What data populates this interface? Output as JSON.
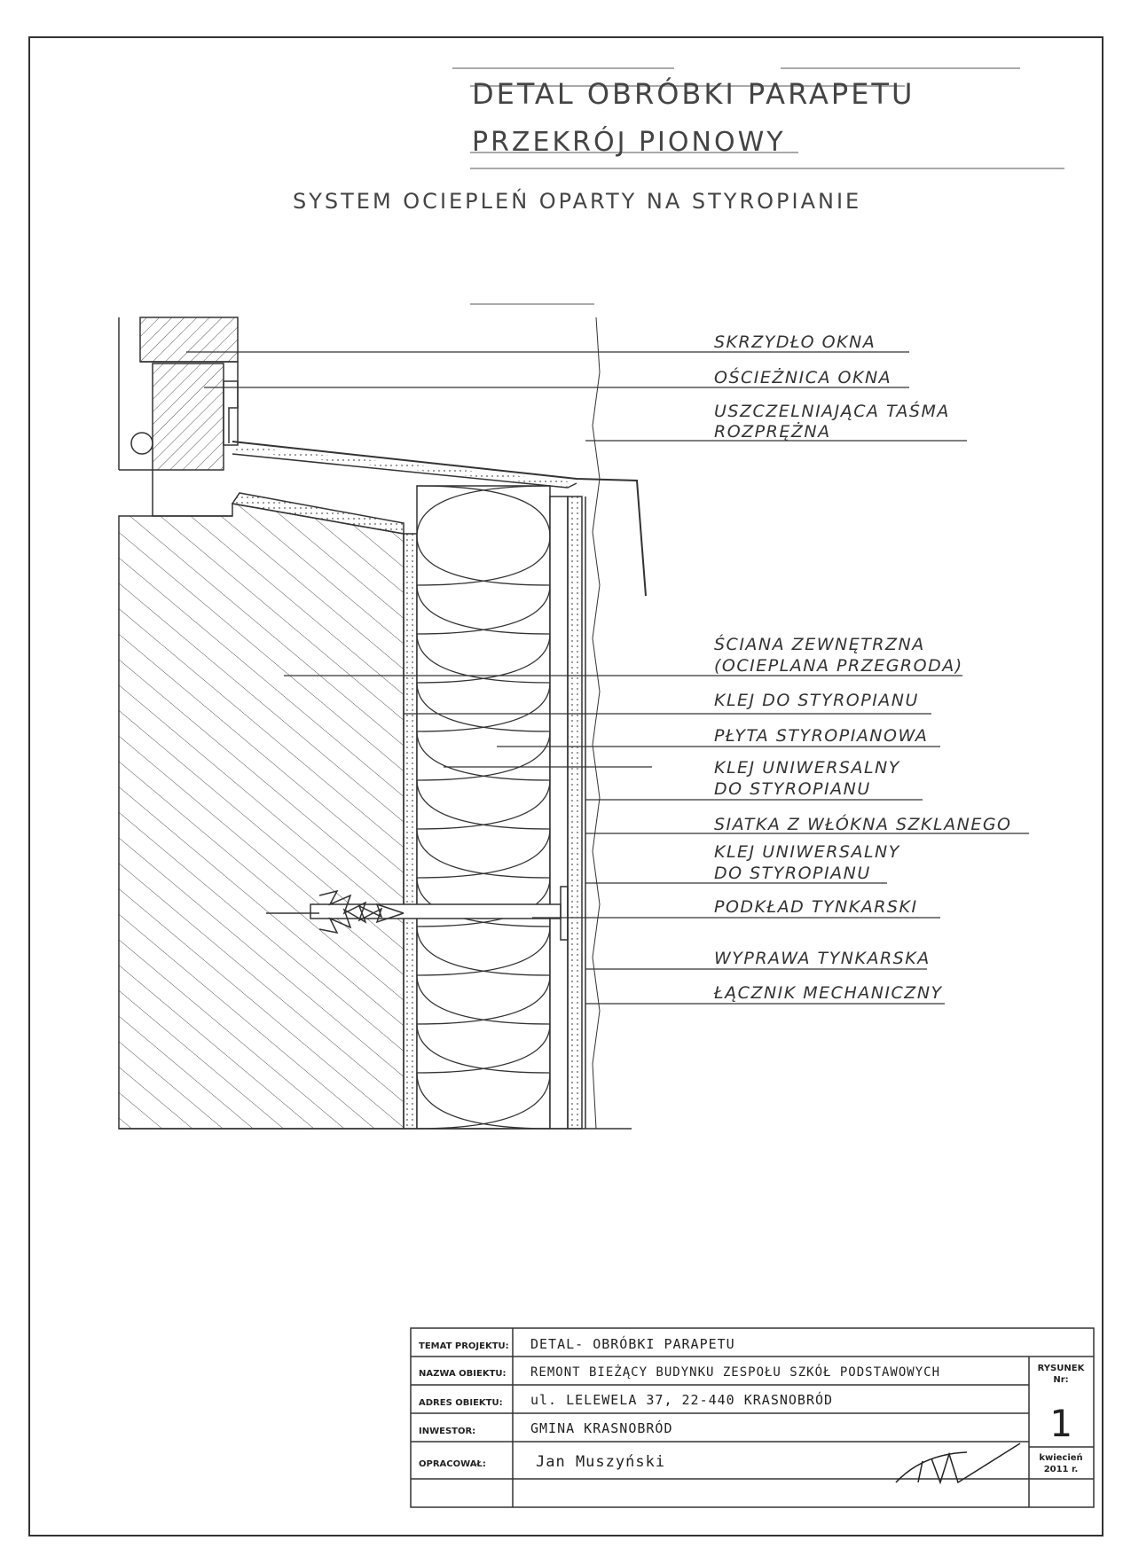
{
  "drawing": {
    "title_line1": "DETAL OBRÓBKI PARAPETU",
    "title_line2": "PRZEKRÓJ PIONOWY",
    "subtitle": "SYSTEM OCIEPLEŃ OPARTY NA STYROPIANIE"
  },
  "labels": {
    "top": [
      "SKRZYDŁO OKNA",
      "OŚCIEŻNICA OKNA",
      "USZCZELNIAJĄCA TAŚMA",
      "ROZPRĘŻNA"
    ],
    "wall": [
      "ŚCIANA ZEWNĘTRZNA",
      "(OCIEPLANA PRZEGRODA)",
      "KLEJ DO STYROPIANU",
      "PŁYTA STYROPIANOWA",
      "KLEJ UNIWERSALNY",
      "DO STYROPIANU",
      "SIATKA Z WŁÓKNA SZKLANEGO",
      "KLEJ UNIWERSALNY",
      "DO STYROPIANU",
      "PODKŁAD TYNKARSKI",
      "WYPRAWA TYNKARSKA",
      "ŁĄCZNIK MECHANICZNY"
    ]
  },
  "title_block": {
    "rows": [
      {
        "key": "TEMAT PROJEKTU:",
        "value": "DETAL- OBRÓBKI PARAPETU"
      },
      {
        "key": "NAZWA OBIEKTU:",
        "value": "REMONT BIEŻĄCY BUDYNKU ZESPOŁU SZKÓŁ PODSTAWOWYCH"
      },
      {
        "key": "ADRES OBIEKTU:",
        "value": "ul. LELEWELA 37, 22-440 KRASNOBRÓD"
      },
      {
        "key": "INWESTOR:",
        "value": "GMINA KRASNOBRÓD"
      },
      {
        "key": "OPRACOWAŁ:",
        "value": "Jan Muszyński"
      }
    ],
    "drawing_no_label_1": "RYSUNEK",
    "drawing_no_label_2": "Nr:",
    "drawing_no": "1",
    "date_1": "kwiecień",
    "date_2": "2011 r."
  },
  "colors": {
    "line": "#333333",
    "paper": "#ffffff"
  }
}
